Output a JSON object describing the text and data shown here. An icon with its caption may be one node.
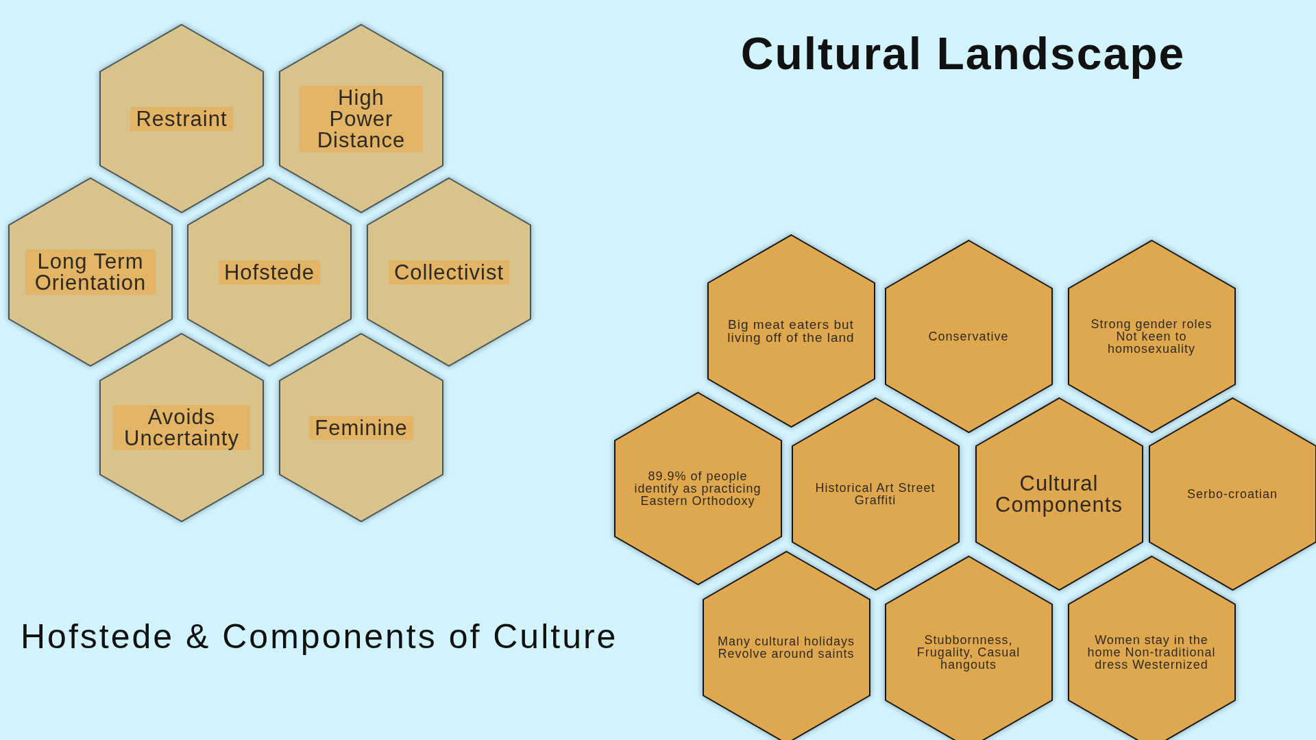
{
  "diagram": {
    "title": "Cultural Landscape",
    "caption": "Hofstede & Components of Culture",
    "nodes": [
      {
        "text": [
          "Restraint"
        ]
      },
      {
        "text": [
          "High Power Distance"
        ]
      },
      {
        "text": [
          "Long Term Orientation"
        ]
      },
      {
        "text": [
          "Hofstede"
        ]
      },
      {
        "text": [
          "Collectivist"
        ]
      },
      {
        "text": [
          "Avoids Uncertainty"
        ]
      },
      {
        "text": [
          "Feminine"
        ]
      },
      {
        "text": [
          "Big meat eaters but living off of the land"
        ]
      },
      {
        "text": [
          "Conservative"
        ]
      },
      {
        "text": [
          "Strong gender roles Not keen to homosexuality"
        ]
      },
      {
        "text": [
          "89.9% of people identify as practicing Eastern Orthodoxy"
        ]
      },
      {
        "text": [
          "Historical Art Street Graffiti"
        ]
      },
      {
        "text": [
          "Cultural Components"
        ]
      },
      {
        "text": [
          "Serbo-croatian"
        ]
      },
      {
        "text": [
          "Many cultural holidays Revolve around saints"
        ]
      },
      {
        "text": [
          "Stubbornness, Frugality, Casual hangouts"
        ]
      },
      {
        "text": [
          "Women stay in the home Non-traditional dress Westernized"
        ]
      }
    ]
  }
}
